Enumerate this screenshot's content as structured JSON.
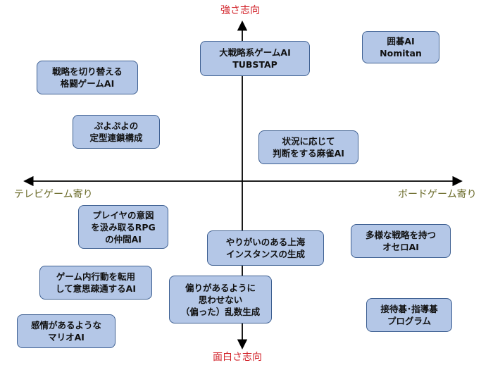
{
  "axes": {
    "top": "強さ志向",
    "bottom": "面白さ志向",
    "left": "テレビゲーム寄り",
    "right": "ボードゲーム寄り"
  },
  "colors": {
    "box_fill": "#b4c7e7",
    "box_border": "#3d5f91",
    "vertical_axis_label": "#d2232a",
    "horizontal_axis_label": "#6b6b2a"
  },
  "items": [
    {
      "lines": [
        "大戦略系ゲームAI",
        "TUBSTAP"
      ]
    },
    {
      "lines": [
        "囲碁AI",
        "Nomitan"
      ]
    },
    {
      "lines": [
        "戦略を切り替える",
        "格闘ゲームAI"
      ]
    },
    {
      "lines": [
        "ぷよぷよの",
        "定型連鎖構成"
      ]
    },
    {
      "lines": [
        "状況に応じて",
        "判断をする麻雀AI"
      ]
    },
    {
      "lines": [
        "プレイヤの意図",
        "を汲み取るRPG",
        "の仲間AI"
      ]
    },
    {
      "lines": [
        "やりがいのある上海",
        "インスタンスの生成"
      ]
    },
    {
      "lines": [
        "多様な戦略を持つ",
        "オセロAI"
      ]
    },
    {
      "lines": [
        "ゲーム内行動を転用",
        "して意思疎通するAI"
      ]
    },
    {
      "lines": [
        "偏りがあるように",
        "思わせない",
        "（偏った）乱数生成"
      ]
    },
    {
      "lines": [
        "接待碁･指導碁",
        "プログラム"
      ]
    },
    {
      "lines": [
        "感情があるような",
        "マリオAI"
      ]
    }
  ]
}
